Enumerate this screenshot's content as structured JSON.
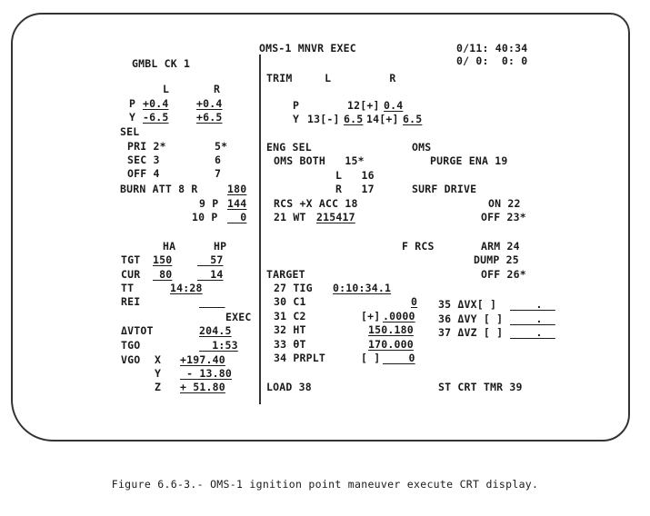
{
  "header": {
    "title": "OMS-1 MNVR EXEC",
    "time_line1": "0/11: 40:34",
    "time_line2": "0/ 0:  0: 0"
  },
  "left": {
    "gmbl_ck": "GMBL CK 1",
    "col_l": "L",
    "col_r": "R",
    "p_label": "P",
    "p_l": "+0.4",
    "p_r": "+0.4",
    "y_label": "Y",
    "y_l": "-6.5",
    "y_r": "+6.5",
    "sel": "SEL",
    "pri": "PRI 2*",
    "pri_r": "5*",
    "sec": "SEC 3",
    "sec_r": "6",
    "off": "OFF 4",
    "off_r": "7",
    "burn_att": "BURN ATT 8 R",
    "burn_r": "180",
    "line9": "9 P",
    "p9": "144",
    "line10": "10 P",
    "p10": "  0",
    "ha": "HA",
    "hp": "HP",
    "tgt": "TGT",
    "tgt_ha": "150",
    "tgt_hp": "  57",
    "cur": "CUR",
    "cur_ha": " 80",
    "cur_hp": "  14",
    "tt": "TT",
    "tt_val": "14:28",
    "rei": "REI",
    "rei_val": "    ",
    "exec": "EXEC",
    "dvtot": "ΔVTOT",
    "dvtot_val": "204.5",
    "tgo": "TGO",
    "tgo_val": "  1:53",
    "vgo": "VGO",
    "vgo_x_lbl": "X",
    "vgo_x": "+197.40",
    "vgo_y_lbl": "Y",
    "vgo_y": " - 13.80",
    "vgo_z_lbl": "Z",
    "vgo_z": "+ 51.80"
  },
  "right": {
    "trim": "TRIM     L         R",
    "trim_p": "P",
    "trim_p_pre": "12[+]",
    "trim_p_val": "0.4",
    "trim_y": "Y",
    "trim_y_pre1": "13[-]",
    "trim_y_val1": "6.5",
    "trim_y_pre2": "14[+]",
    "trim_y_val2": "6.5",
    "eng_sel": "ENG SEL",
    "oms": "OMS",
    "oms_both": "OMS BOTH   15*",
    "purge": "PURGE ENA 19",
    "l16": "L   16",
    "r17": "R   17",
    "surf": "SURF DRIVE",
    "rcs": "RCS +X ACC 18",
    "on22": "ON 22",
    "wt_label": "21 WT ",
    "wt_val": "215417",
    "off23": "OFF 23*",
    "frcs": "F RCS",
    "arm": "ARM 24",
    "dump": "DUMP 25",
    "target": "TARGET",
    "off26": "OFF 26*",
    "tig_label": "27 TIG ",
    "tig_val": "0:10:34.1",
    "c1_label": "30 C1",
    "c1_val": "0",
    "c2_label": "31 C2",
    "c2_pre": "[+]",
    "c2_val": ".0000",
    "ht_label": "32 HT",
    "ht_val": "150.180",
    "theta_label": "33 θT",
    "theta_val": "170.000",
    "prplt_label": "34 PRPLT",
    "prplt_pre": "[ ]",
    "prplt_val": "    0",
    "dvx": "35 ΔVX[ ]",
    "dvy": "36 ΔVY [ ]",
    "dvz": "37 ΔVZ [ ]",
    "dv_val": "    .  ",
    "load": "LOAD 38",
    "st_crt": "ST CRT TMR 39"
  },
  "caption": "Figure 6.6-3.- OMS-1 ignition point maneuver execute CRT display."
}
